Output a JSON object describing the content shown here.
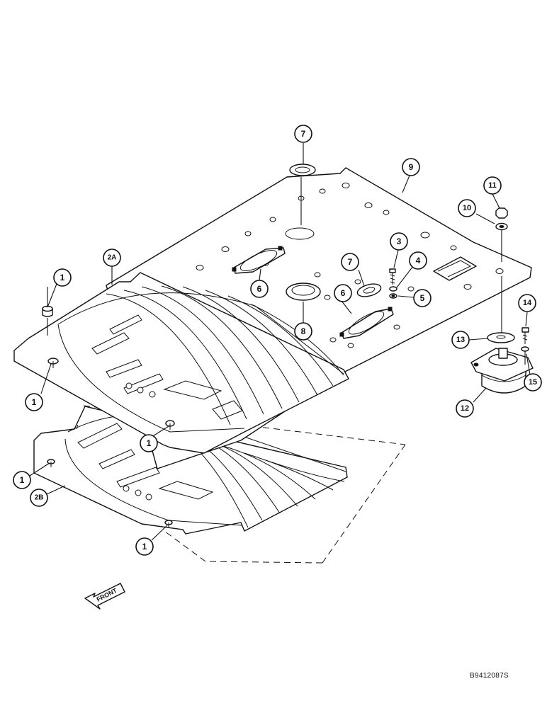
{
  "drawing_number": "B9412087S",
  "front_label": "FRONT",
  "callouts": [
    {
      "id": "c1a",
      "label": "1"
    },
    {
      "id": "c1b",
      "label": "1"
    },
    {
      "id": "c1c",
      "label": "1"
    },
    {
      "id": "c1d",
      "label": "1"
    },
    {
      "id": "c1e",
      "label": "1"
    },
    {
      "id": "c2a",
      "label": "2A"
    },
    {
      "id": "c2b",
      "label": "2B"
    },
    {
      "id": "c3",
      "label": "3"
    },
    {
      "id": "c4",
      "label": "4"
    },
    {
      "id": "c5",
      "label": "5"
    },
    {
      "id": "c6a",
      "label": "6"
    },
    {
      "id": "c6b",
      "label": "6"
    },
    {
      "id": "c7a",
      "label": "7"
    },
    {
      "id": "c7b",
      "label": "7"
    },
    {
      "id": "c8",
      "label": "8"
    },
    {
      "id": "c9",
      "label": "9"
    },
    {
      "id": "c10",
      "label": "10"
    },
    {
      "id": "c11",
      "label": "11"
    },
    {
      "id": "c12",
      "label": "12"
    },
    {
      "id": "c13",
      "label": "13"
    },
    {
      "id": "c14",
      "label": "14"
    },
    {
      "id": "c15",
      "label": "15"
    }
  ]
}
